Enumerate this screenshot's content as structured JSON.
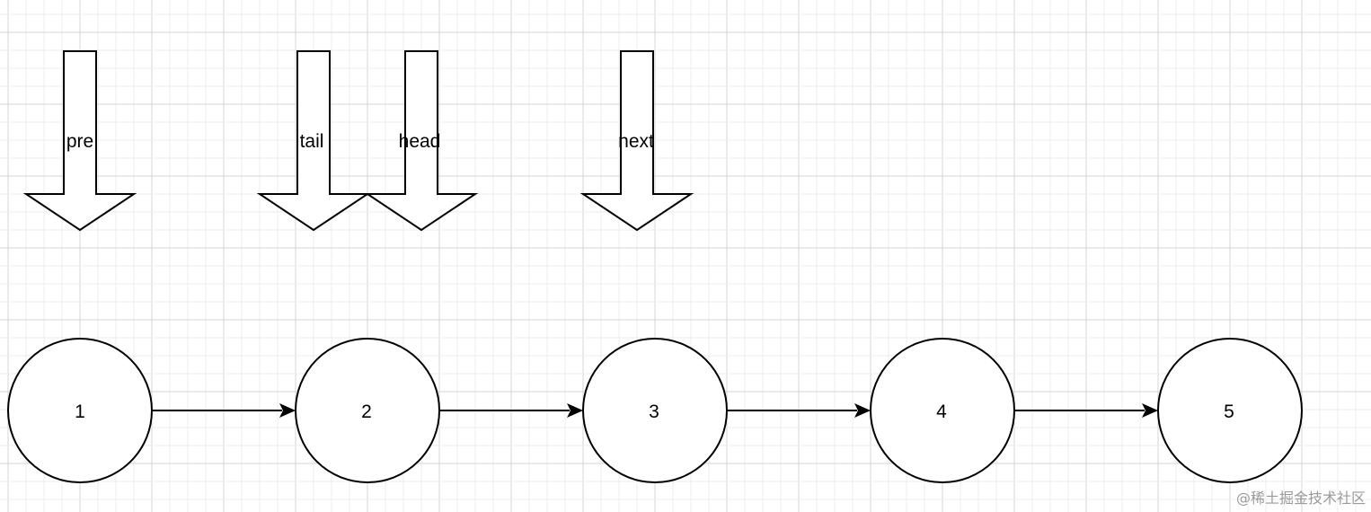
{
  "diagram": {
    "pointers": [
      {
        "id": "pre",
        "label": "pre"
      },
      {
        "id": "tail",
        "label": "tail"
      },
      {
        "id": "head",
        "label": "head"
      },
      {
        "id": "next",
        "label": "next"
      }
    ],
    "nodes": [
      {
        "id": "n1",
        "label": "1"
      },
      {
        "id": "n2",
        "label": "2"
      },
      {
        "id": "n3",
        "label": "3"
      },
      {
        "id": "n4",
        "label": "4"
      },
      {
        "id": "n5",
        "label": "5"
      }
    ],
    "edges": [
      {
        "from": "n1",
        "to": "n2"
      },
      {
        "from": "n2",
        "to": "n3"
      },
      {
        "from": "n3",
        "to": "n4"
      },
      {
        "from": "n4",
        "to": "n5"
      }
    ]
  },
  "watermark": "@稀土掘金技术社区",
  "colors": {
    "stroke": "#000000",
    "background": "#ffffff",
    "grid_minor": "#ececec",
    "grid_major": "#d4d4d4",
    "watermark": "#9a9a9a"
  }
}
